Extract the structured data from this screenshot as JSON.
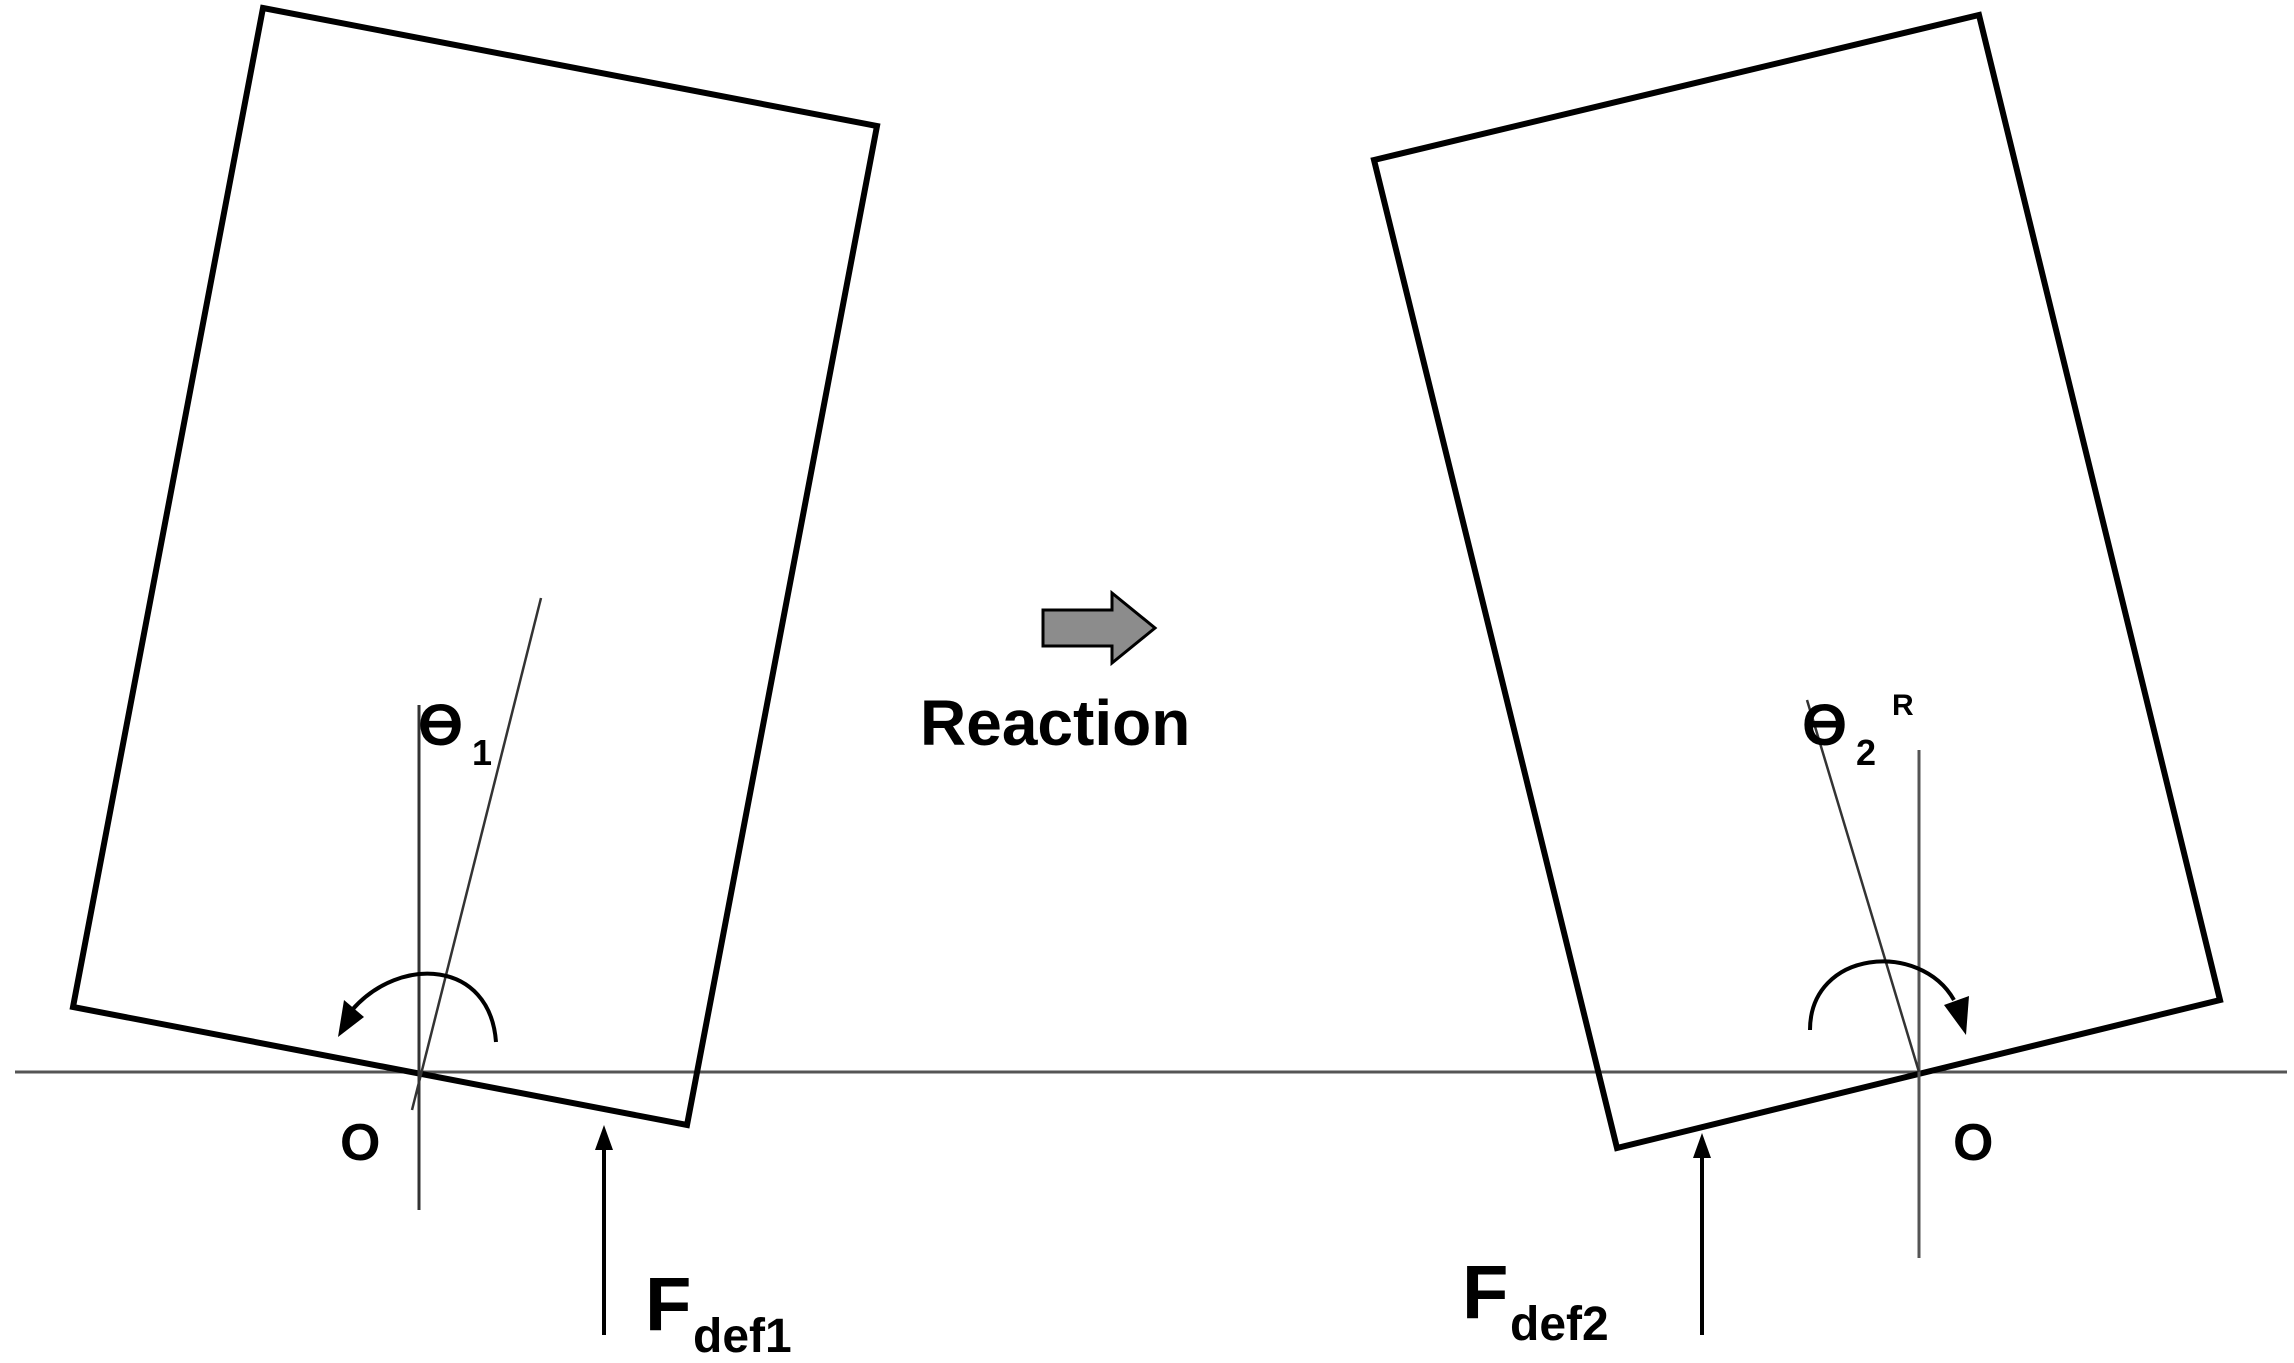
{
  "colors": {
    "stroke": "#000000",
    "axis_line": "#555555",
    "reaction_arrow_fill": "#8c8c8c"
  },
  "left_block": {
    "angle_symbol": "ϴ",
    "angle_subscript": "1",
    "pivot_label": "O",
    "force_main": "F",
    "force_sub": "def1"
  },
  "reaction": {
    "label": "Reaction",
    "arrow_icon": "right-arrow-icon"
  },
  "right_block": {
    "angle_symbol": "ϴ",
    "angle_subscript": "2",
    "angle_superscript": "R",
    "pivot_label": "O",
    "force_main": "F",
    "force_sub": "def2"
  }
}
